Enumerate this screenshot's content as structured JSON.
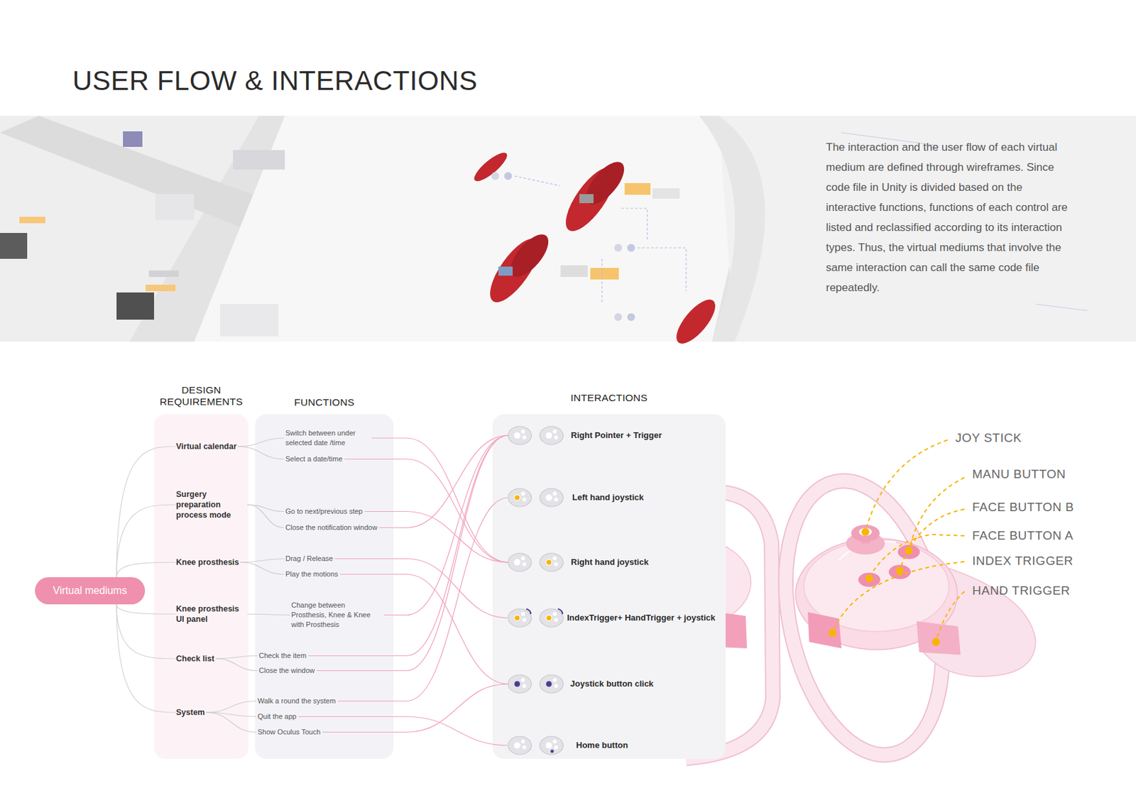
{
  "diagram": {
    "title": "USER FLOW & INTERACTIONS",
    "nodes": [
      {
        "text": [
          "Virtual mediums"
        ]
      },
      {
        "text": [
          "DESIGN REQUIREMENTS"
        ]
      },
      {
        "text": [
          "Virtual calendar"
        ],
        "in": 1
      },
      {
        "text": [
          "Surgery preparation process mode"
        ],
        "in": 1
      },
      {
        "text": [
          "Knee prosthesis"
        ],
        "in": 1
      },
      {
        "text": [
          "Knee prosthesis UI panel"
        ],
        "in": 1
      },
      {
        "text": [
          "Check list"
        ],
        "in": 1
      },
      {
        "text": [
          "System"
        ],
        "in": 1
      },
      {
        "text": [
          "FUNCTIONS"
        ]
      },
      {
        "text": [
          "Switch between under selected date /time"
        ],
        "in": 8
      },
      {
        "text": [
          "Select a date/time"
        ],
        "in": 8
      },
      {
        "text": [
          "Go to next/previous step"
        ],
        "in": 8
      },
      {
        "text": [
          "Close the notification window"
        ],
        "in": 8
      },
      {
        "text": [
          "Drag / Release"
        ],
        "in": 8
      },
      {
        "text": [
          "Play the motions"
        ],
        "in": 8
      },
      {
        "text": [
          "Change between Prosthesis, Knee & Knee with Prosthesis"
        ],
        "in": 8
      },
      {
        "text": [
          "Check the item"
        ],
        "in": 8
      },
      {
        "text": [
          "Close the window"
        ],
        "in": 8
      },
      {
        "text": [
          "Walk a round the system"
        ],
        "in": 8
      },
      {
        "text": [
          "Quit the app"
        ],
        "in": 8
      },
      {
        "text": [
          "Show Oculus Touch"
        ],
        "in": 8
      },
      {
        "text": [
          "INTERACTIONS"
        ]
      },
      {
        "text": [
          "Right Pointer + Trigger"
        ],
        "in": 21
      },
      {
        "text": [
          "Left hand joystick"
        ],
        "in": 21
      },
      {
        "text": [
          "Right hand joystick"
        ],
        "in": 21
      },
      {
        "text": [
          "IndexTrigger+ HandTrigger + joystick"
        ],
        "in": 21
      },
      {
        "text": [
          "Joystick button click"
        ],
        "in": 21
      },
      {
        "text": [
          "Home button"
        ],
        "in": 21
      }
    ],
    "edges": [
      {
        "from": 0,
        "to": 2,
        "arrow": "none"
      },
      {
        "from": 0,
        "to": 3,
        "arrow": "none"
      },
      {
        "from": 0,
        "to": 4,
        "arrow": "none"
      },
      {
        "from": 0,
        "to": 5,
        "arrow": "none"
      },
      {
        "from": 0,
        "to": 6,
        "arrow": "none"
      },
      {
        "from": 0,
        "to": 7,
        "arrow": "none"
      },
      {
        "from": 2,
        "to": 9,
        "arrow": "none"
      },
      {
        "from": 2,
        "to": 10,
        "arrow": "none"
      },
      {
        "from": 3,
        "to": 11,
        "arrow": "none"
      },
      {
        "from": 3,
        "to": 12,
        "arrow": "none"
      },
      {
        "from": 4,
        "to": 13,
        "arrow": "none"
      },
      {
        "from": 4,
        "to": 14,
        "arrow": "none"
      },
      {
        "from": 5,
        "to": 15,
        "arrow": "none"
      },
      {
        "from": 6,
        "to": 16,
        "arrow": "none"
      },
      {
        "from": 6,
        "to": 17,
        "arrow": "none"
      },
      {
        "from": 7,
        "to": 18,
        "arrow": "none"
      },
      {
        "from": 7,
        "to": 19,
        "arrow": "none"
      },
      {
        "from": 7,
        "to": 20,
        "arrow": "none"
      },
      {
        "from": 9,
        "to": 24,
        "arrow": "none"
      },
      {
        "from": 10,
        "to": 24,
        "arrow": "none"
      },
      {
        "from": 11,
        "to": 24,
        "arrow": "none"
      },
      {
        "from": 12,
        "to": 22,
        "arrow": "none"
      },
      {
        "from": 13,
        "to": 25,
        "arrow": "none"
      },
      {
        "from": 14,
        "to": 26,
        "arrow": "none"
      },
      {
        "from": 15,
        "to": 22,
        "arrow": "none"
      },
      {
        "from": 16,
        "to": 22,
        "arrow": "none"
      },
      {
        "from": 17,
        "to": 22,
        "arrow": "none"
      },
      {
        "from": 18,
        "to": 23,
        "arrow": "none"
      },
      {
        "from": 19,
        "to": 27,
        "arrow": "none"
      },
      {
        "from": 20,
        "to": 26,
        "arrow": "none"
      }
    ],
    "labels": [
      "The interaction and the user flow of each virtual medium are defined through wireframes. Since code file in Unity is divided based on the interactive functions, functions of each control are listed and reclassified according to its interaction types. Thus, the virtual mediums that involve the same interaction can call the same code file repeatedly.",
      "JOY STICK",
      "MANU BUTTON",
      "FACE BUTTON B",
      "FACE BUTTON A",
      "INDEX TRIGGER",
      "HAND TRIGGER"
    ]
  }
}
